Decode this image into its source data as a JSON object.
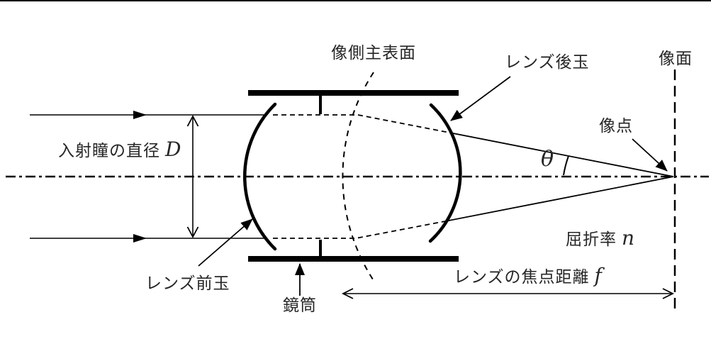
{
  "colors": {
    "line": "#000000",
    "text": "#262626",
    "bg": "#ffffff"
  },
  "labels": {
    "entrance_pupil": {
      "text": "入射瞳の直径",
      "symbol": "D"
    },
    "principal_surface": "像側主表面",
    "rear_lens": "レンズ後玉",
    "image_plane": "像面",
    "image_point": "像点",
    "theta": "θ",
    "refractive_index": {
      "text": "屈折率",
      "symbol": "n"
    },
    "focal_length": {
      "text": "レンズの焦点距離",
      "symbol": "f"
    },
    "front_lens": "レンズ前玉",
    "barrel": "鏡筒"
  }
}
